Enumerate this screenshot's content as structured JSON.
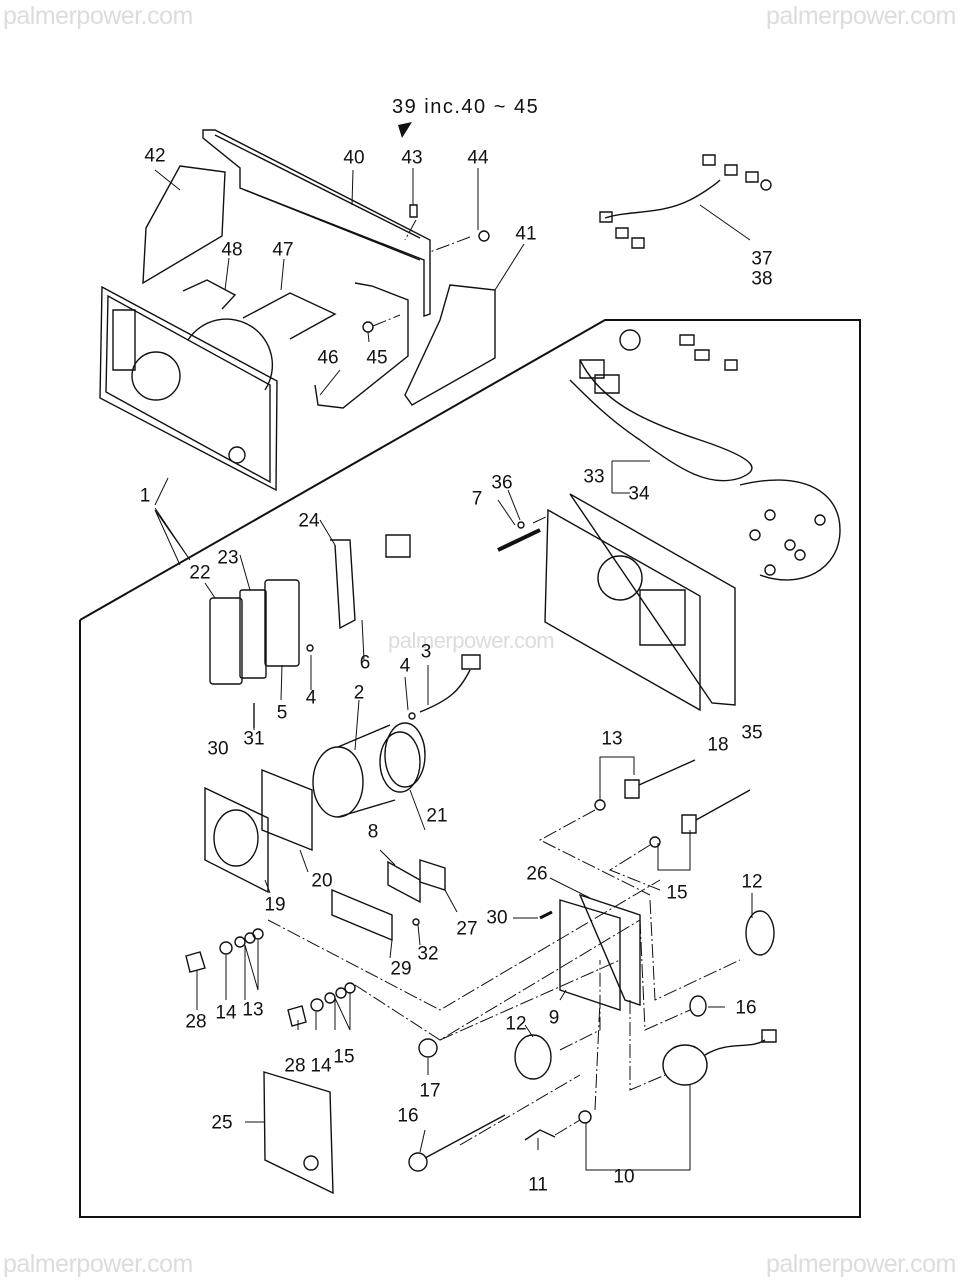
{
  "watermark": {
    "text": "palmerpower.com",
    "center_text": "palmerpower.com"
  },
  "title": {
    "assembly_note": "39 inc.40 ~ 45"
  },
  "parts": {
    "p1": "1",
    "p2": "2",
    "p3": "3",
    "p4a": "4",
    "p4b": "4",
    "p5": "5",
    "p6": "6",
    "p7": "7",
    "p8": "8",
    "p9": "9",
    "p10": "10",
    "p11": "11",
    "p12a": "12",
    "p12b": "12",
    "p13a": "13",
    "p13b": "13",
    "p14a": "14",
    "p14b": "14",
    "p15a": "15",
    "p15b": "15",
    "p16a": "16",
    "p16b": "16",
    "p17": "17",
    "p18": "18",
    "p19": "19",
    "p20": "20",
    "p21": "21",
    "p22": "22",
    "p23": "23",
    "p24": "24",
    "p25": "25",
    "p26": "26",
    "p27": "27",
    "p28a": "28",
    "p28b": "28",
    "p29": "29",
    "p30a": "30",
    "p30b": "30",
    "p31": "31",
    "p32": "32",
    "p33": "33",
    "p34": "34",
    "p35": "35",
    "p36": "36",
    "p37": "37",
    "p38": "38",
    "p40": "40",
    "p41": "41",
    "p42": "42",
    "p43": "43",
    "p44": "44",
    "p45": "45",
    "p46": "46",
    "p47": "47",
    "p48": "48"
  }
}
